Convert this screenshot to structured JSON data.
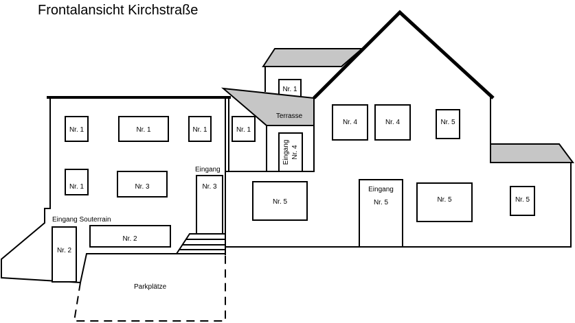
{
  "title": "Frontalansicht Kirchstraße",
  "colors": {
    "roof_fill": "#c6c6c6",
    "line": "#000000"
  },
  "labels": {
    "nr1": "Nr. 1",
    "nr2": "Nr. 2",
    "nr3": "Nr. 3",
    "nr4": "Nr. 4",
    "nr5": "Nr. 5",
    "eingang": "Eingang",
    "eingang_souterrain": "Eingang Souterrain",
    "terrasse": "Terrasse",
    "parkplaetze": "Parkplätze"
  }
}
